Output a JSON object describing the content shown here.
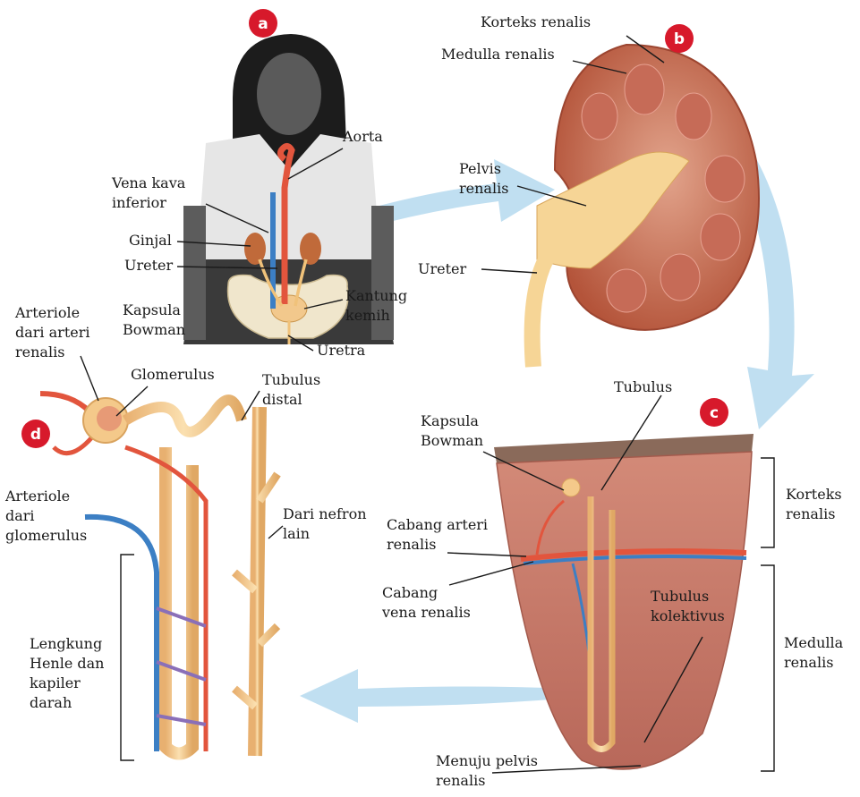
{
  "panels": {
    "a": {
      "badge": "a"
    },
    "b": {
      "badge": "b"
    },
    "c": {
      "badge": "c"
    },
    "d": {
      "badge": "d"
    }
  },
  "labels": {
    "aorta": "Aorta",
    "vena_kava_1": "Vena kava",
    "vena_kava_2": "inferior",
    "ginjal": "Ginjal",
    "ureter_a": "Ureter",
    "kantung_1": "Kantung",
    "kantung_2": "kemih",
    "uretra": "Uretra",
    "korteks_renalis_b": "Korteks renalis",
    "medulla_renalis_b": "Medulla renalis",
    "pelvis_1": "Pelvis",
    "pelvis_2": "renalis",
    "ureter_b": "Ureter",
    "arteriole_arteri_1": "Arteriole",
    "arteriole_arteri_2": "dari arteri",
    "arteriole_arteri_3": "renalis",
    "kapsula_d_1": "Kapsula",
    "kapsula_d_2": "Bowman",
    "glomerulus": "Glomerulus",
    "tubulus_distal_1": "Tubulus",
    "tubulus_distal_2": "distal",
    "arteriole_glom_1": "Arteriole",
    "arteriole_glom_2": "dari",
    "arteriole_glom_3": "glomerulus",
    "dari_nefron_1": "Dari nefron",
    "dari_nefron_2": "lain",
    "henle_1": "Lengkung",
    "henle_2": "Henle dan",
    "henle_3": "kapiler",
    "henle_4": "darah",
    "tubulus_c": "Tubulus",
    "kapsula_c_1": "Kapsula",
    "kapsula_c_2": "Bowman",
    "cabang_arteri_1": "Cabang arteri",
    "cabang_arteri_2": "renalis",
    "cabang_vena_1": "Cabang",
    "cabang_vena_2": "vena renalis",
    "tubulus_kol_1": "Tubulus",
    "tubulus_kol_2": "kolektivus",
    "korteks_c_1": "Korteks",
    "korteks_c_2": "renalis",
    "medulla_c_1": "Medulla",
    "medulla_c_2": "renalis",
    "menuju_1": "Menuju pelvis",
    "menuju_2": "renalis"
  },
  "colors": {
    "badge": "#d7192b",
    "arrow": "#b9dcf0",
    "artery": "#e2553d",
    "vein": "#3c7fc4",
    "tubule": "#f4c98a",
    "tubule_edge": "#d9a35e",
    "kidney": "#c0654a",
    "cortex_tissue": "#c77b6c"
  }
}
